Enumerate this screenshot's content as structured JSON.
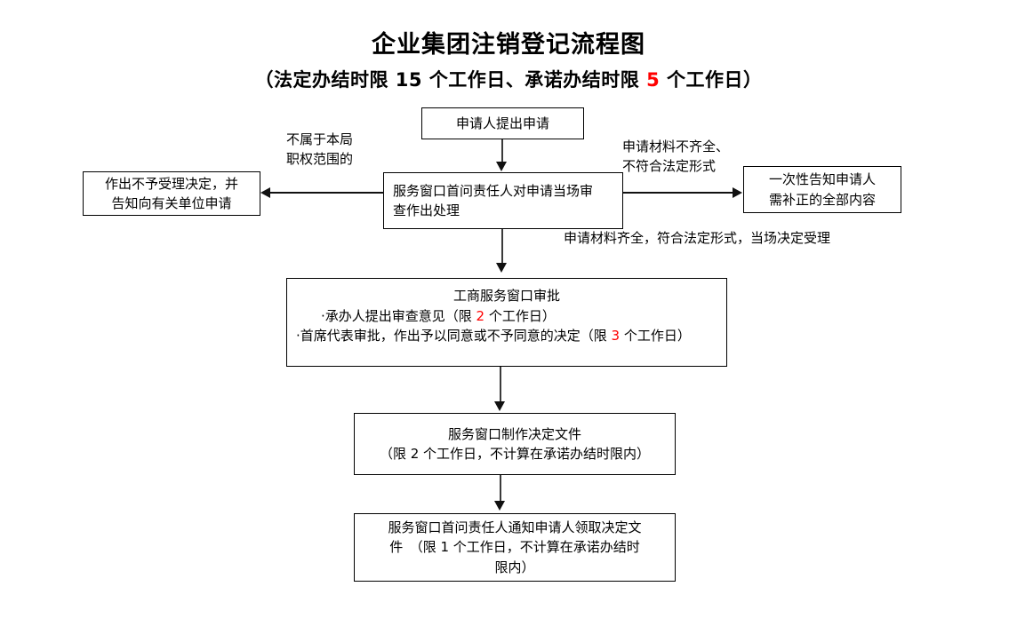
{
  "document": {
    "title": "企业集团注销登记流程图",
    "subtitle_parts": {
      "before": "（法定办结时限 15 个工作日、承诺办结时限 ",
      "highlight": "5",
      "after": " 个工作日）"
    },
    "subtitle_full": "（法定办结时限 15 个工作日、承诺办结时限 5 个工作日）"
  },
  "colors": {
    "highlight": "#ff0000",
    "line": "#111111",
    "box_border": "#000000",
    "background": "#ffffff"
  },
  "nodes": {
    "applicant": {
      "id": "applicant-submits",
      "lines": [
        "申请人提出申请"
      ]
    },
    "window_review": {
      "id": "window-first-responsible-review",
      "lines": [
        "服务窗口首问责任人对申请当场审",
        "查作出处理"
      ]
    },
    "reject": {
      "id": "non-acceptance-decision",
      "lines": [
        "作出不予受理决定，并",
        "告知向有关单位申请"
      ]
    },
    "notify_correction": {
      "id": "one-time-notification",
      "lines": [
        "一次性告知申请人",
        "需补正的全部内容"
      ]
    },
    "approval": {
      "id": "business-window-approval",
      "heading": "工商服务窗口审批",
      "items": [
        {
          "before": "·承办人提出审查意见（限 ",
          "highlight": "2",
          "after": " 个工作日）",
          "full": "·承办人提出审查意见（限 2 个工作日）"
        },
        {
          "before": "·首席代表审批，作出予以同意或不予同意的决定（限 ",
          "highlight": "3",
          "after": " 个",
          "full": "·首席代表审批，作出予以同意或不予同意的决定（限 3 个工作日）"
        }
      ],
      "items_wrap_tail": "工作日）"
    },
    "make_document": {
      "id": "window-produces-decision-document",
      "lines": [
        "服务窗口制作决定文件",
        "（限 2 个工作日，不计算在承诺办结时限内）"
      ]
    },
    "notify_pickup": {
      "id": "window-notifies-applicant-pickup",
      "lines": [
        "服务窗口首问责任人通知申请人领取决定文",
        "件　（限 1 个工作日，不计算在承诺办结时",
        "限内）"
      ]
    }
  },
  "edge_labels": {
    "out_of_scope": [
      "不属于本局",
      "职权范围的"
    ],
    "incomplete_materials": [
      "申请材料不齐全、",
      "不符合法定形式"
    ],
    "complete_materials": [
      "申请材料齐全，符合法定形式，当场决定受理"
    ]
  }
}
